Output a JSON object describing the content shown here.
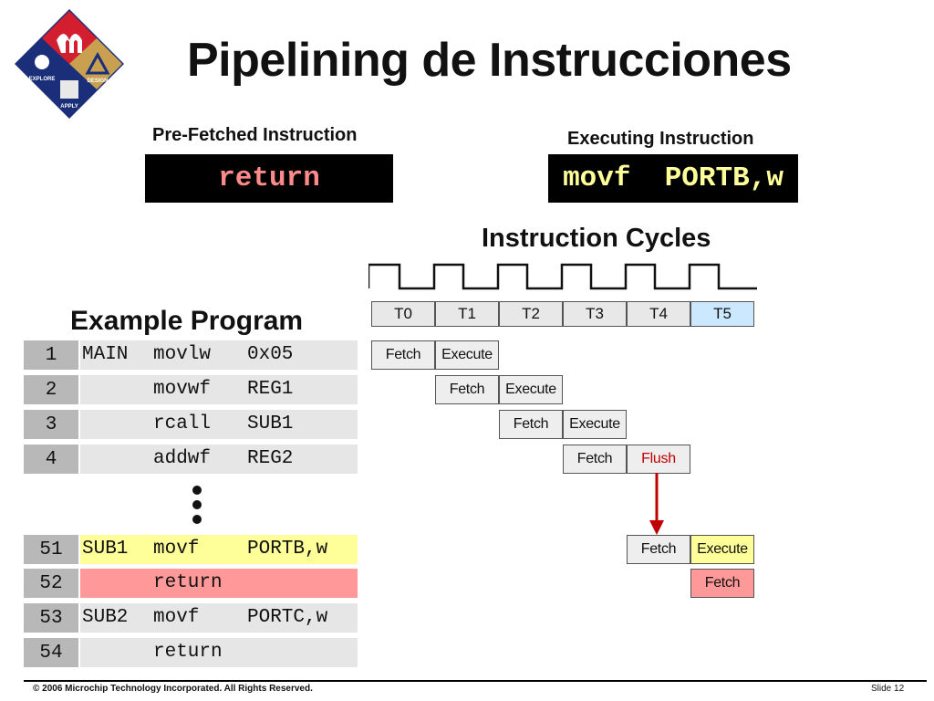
{
  "title": "Pipelining de Instrucciones",
  "logo": {
    "texts": [
      "EXPLORE",
      "DESIGN",
      "APPLY"
    ]
  },
  "pre_fetched": {
    "label": "Pre-Fetched Instruction",
    "value": "return",
    "color": "#ff8a8a"
  },
  "executing": {
    "label": "Executing Instruction",
    "value": "movf  PORTB,w",
    "color": "#ffff99"
  },
  "cycles": {
    "title": "Instruction Cycles",
    "labels": [
      "T0",
      "T1",
      "T2",
      "T3",
      "T4",
      "T5"
    ],
    "current_index": 5
  },
  "pipeline": {
    "rows": [
      {
        "cells": [
          {
            "t": 0,
            "label": "Fetch"
          },
          {
            "t": 1,
            "label": "Execute"
          }
        ]
      },
      {
        "cells": [
          {
            "t": 1,
            "label": "Fetch"
          },
          {
            "t": 2,
            "label": "Execute"
          }
        ]
      },
      {
        "cells": [
          {
            "t": 2,
            "label": "Fetch"
          },
          {
            "t": 3,
            "label": "Execute"
          }
        ]
      },
      {
        "cells": [
          {
            "t": 3,
            "label": "Fetch"
          },
          {
            "t": 4,
            "label": "Flush",
            "style": "flush"
          }
        ]
      },
      {
        "cells": [
          {
            "t": 4,
            "label": "Fetch"
          },
          {
            "t": 5,
            "label": "Execute",
            "style": "yellow"
          }
        ]
      },
      {
        "cells": [
          {
            "t": 5,
            "label": "Fetch",
            "style": "pink"
          }
        ]
      }
    ]
  },
  "program": {
    "title": "Example Program",
    "ellipsis": "•••",
    "lines": [
      {
        "num": "1",
        "label": "MAIN",
        "op": "movlw",
        "arg": "0x05"
      },
      {
        "num": "2",
        "label": "",
        "op": "movwf",
        "arg": "REG1"
      },
      {
        "num": "3",
        "label": "",
        "op": "rcall",
        "arg": "SUB1"
      },
      {
        "num": "4",
        "label": "",
        "op": "addwf",
        "arg": "REG2"
      },
      {
        "num": "51",
        "label": "SUB1",
        "op": "movf",
        "arg": "PORTB,w",
        "highlight": "yellow"
      },
      {
        "num": "52",
        "label": "",
        "op": "return",
        "arg": "",
        "highlight": "pink"
      },
      {
        "num": "53",
        "label": "SUB2",
        "op": "movf",
        "arg": "PORTC,w"
      },
      {
        "num": "54",
        "label": "",
        "op": "return",
        "arg": ""
      }
    ]
  },
  "colors": {
    "highlight_yellow": "#ffff99",
    "highlight_pink": "#ff9999",
    "current_cycle": "#cce8ff",
    "flush_red": "#c00000"
  },
  "footer": {
    "copyright": "© 2006 Microchip Technology Incorporated. All Rights Reserved.",
    "slide": "Slide  12"
  }
}
